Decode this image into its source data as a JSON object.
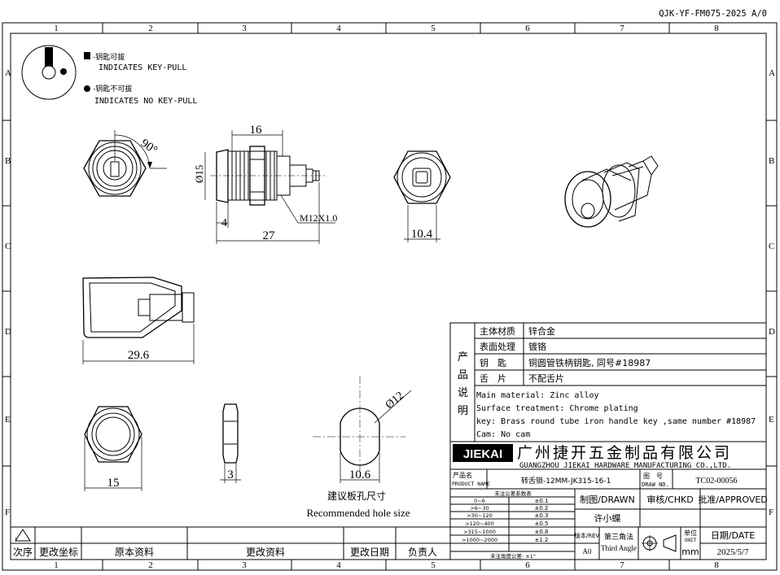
{
  "drawing_ref": "QJK-YF-FM075-2025 A/0",
  "grid": {
    "columns": [
      "1",
      "2",
      "3",
      "4",
      "5",
      "6",
      "7",
      "8"
    ],
    "rows": [
      "A",
      "B",
      "C",
      "D",
      "E",
      "F"
    ]
  },
  "legend": {
    "keypull_cn": "-钥匙可拔",
    "keypull_en": "INDICATES KEY-PULL",
    "nokeypull_cn": "-钥匙不可拔",
    "nokeypull_en": "INDICATES NO KEY-PULL"
  },
  "dimensions": {
    "angle": "90°",
    "body_length": "16",
    "diameter": "Ø15",
    "flange": "4",
    "thread": "M12X1.0",
    "total_length": "27",
    "hex_width": "10.4",
    "key_length": "29.6",
    "nut_width": "15",
    "nut_thickness": "3",
    "hole_flat": "10.6",
    "hole_diameter": "Ø12"
  },
  "hole": {
    "title_cn": "建议板孔尺寸",
    "title_en": "Recommended hole size"
  },
  "spec": {
    "side_label": [
      "产",
      "品",
      "说",
      "明"
    ],
    "rows": [
      {
        "k": "主体材质",
        "v": "锌合金"
      },
      {
        "k": "表面处理",
        "v": "镀铬"
      },
      {
        "k": "钥　匙",
        "v": "铜圆管铁柄钥匙, 同号#18987"
      },
      {
        "k": "舌　片",
        "v": "不配舌片"
      }
    ],
    "en": [
      "Main material: Zinc alloy",
      "Surface treatment: Chrome plating",
      "key: Brass round tube iron handle key ,same number #18987",
      "Cam: No cam"
    ]
  },
  "company": {
    "logo": "JIEKAI",
    "name_cn": "广州捷开五金制品有限公司",
    "name_en": "GUANGZHOU JIEKAI HARDWARE MANUFACTURING CO.,LTD."
  },
  "title_block": {
    "product_name_label_cn": "产品名",
    "product_name_label_en": "PRODUCT NAME",
    "product_name": "转舌锁-12MM-JK315-16-1",
    "drawing_no_label_cn": "图　号",
    "drawing_no_label_en": "DRAW NO.",
    "drawing_no": "TC02-00056",
    "tolerance_header": "未注公差系数表",
    "tolerances": [
      {
        "range": "0~6",
        "tol": "±0.1"
      },
      {
        "range": ">6~30",
        "tol": "±0.2"
      },
      {
        "range": ">30~120",
        "tol": "±0.3"
      },
      {
        "range": ">120~400",
        "tol": "±0.5"
      },
      {
        "range": ">315~1000",
        "tol": "±0.8"
      },
      {
        "range": ">1000~2000",
        "tol": "±1.2"
      }
    ],
    "angle_tolerance": "未注角度公差: ±1°",
    "drawn_label": "制图/DRAWN",
    "checked_label": "审核/CHKD",
    "approved_label": "批准/APPROVED",
    "drawn_by": "许小蝶",
    "rev_label": "版本/REV",
    "rev": "A0",
    "projection_cn": "第三角法",
    "projection_en": "Third Angle",
    "unit_label_cn": "单位",
    "unit_label_en": "UNIT",
    "unit": "mm",
    "date_label": "日期/DATE",
    "date": "2025/5/7"
  },
  "revision_block": {
    "seq": "次序",
    "coord": "更改坐标",
    "original": "原本资料",
    "changed": "更改资料",
    "change_date": "更改日期",
    "responsible": "负责人"
  }
}
